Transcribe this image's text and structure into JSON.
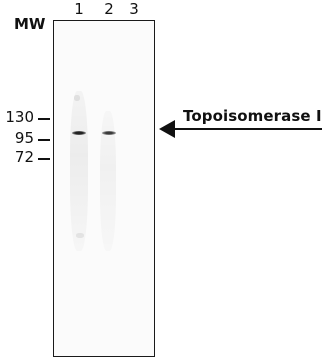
{
  "figure": {
    "mw_header": "MW",
    "lanes": [
      "1",
      "2",
      "3"
    ],
    "markers": [
      "130",
      "95",
      "72"
    ],
    "target_label": "Topoisomerase I",
    "colors": {
      "ink": "#111111",
      "band": "#222222",
      "background": "#ffffff"
    }
  }
}
